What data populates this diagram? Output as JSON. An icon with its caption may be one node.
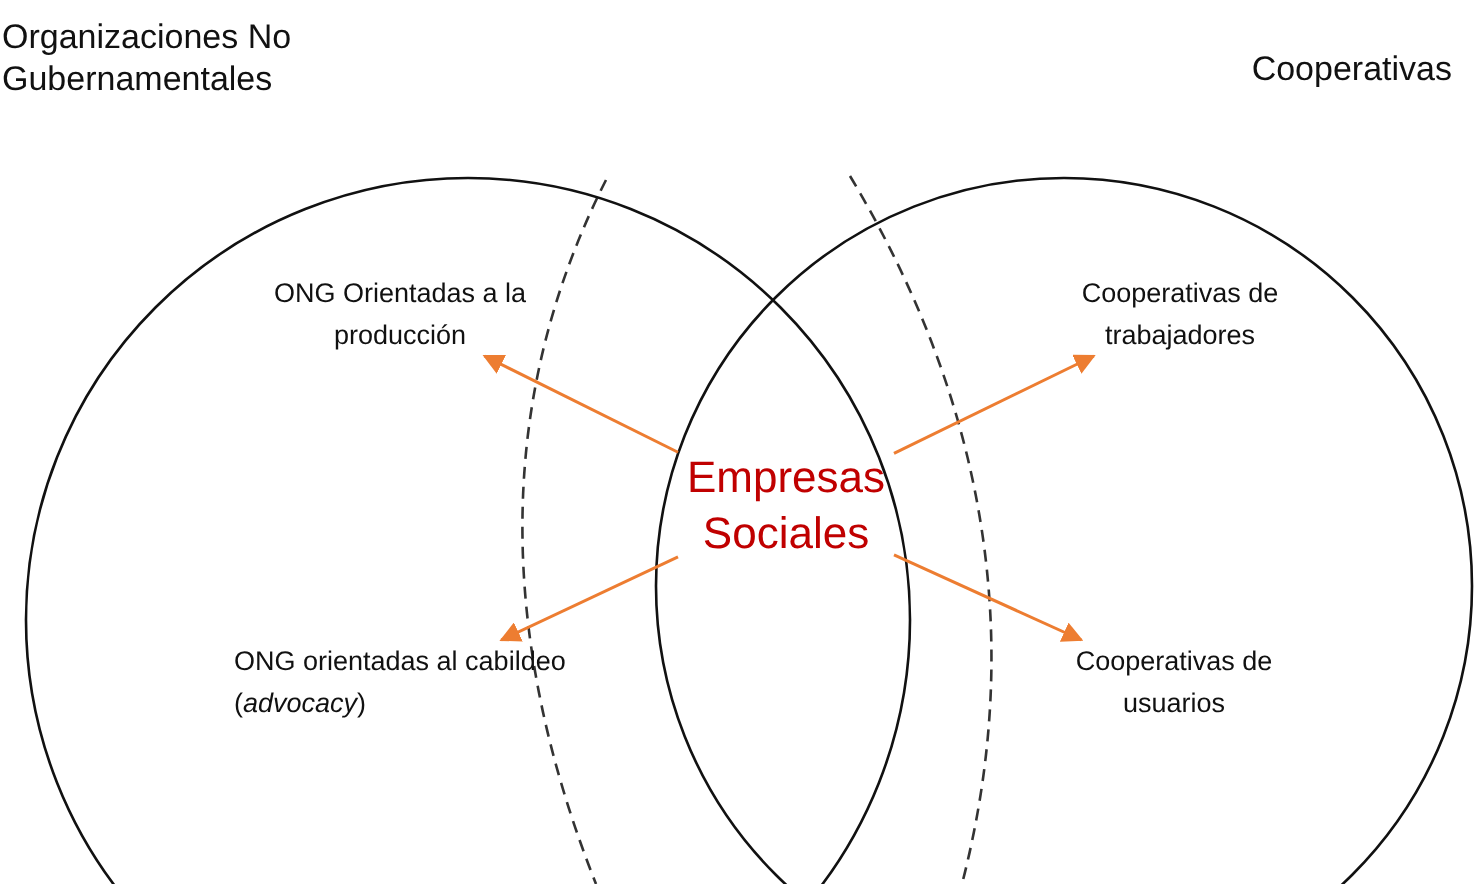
{
  "diagram": {
    "nodes": [
      {
        "text": [
          "Organizaciones No Gubernamentales"
        ]
      },
      {
        "text": [
          "Cooperativas"
        ]
      },
      {
        "text": [
          "Empresas Sociales"
        ]
      },
      {
        "text": [
          "ONG Orientadas a la producción"
        ],
        "in": 0
      },
      {
        "text": [
          "ONG orientadas al cabildeo (*advocacy*)"
        ],
        "in": 0
      },
      {
        "text": [
          "Cooperativas de trabajadores"
        ],
        "in": 1
      },
      {
        "text": [
          "Cooperativas de usuarios"
        ],
        "in": 1
      }
    ],
    "edges": [
      {
        "from": 2,
        "to": 3,
        "arrow": "to",
        "color": "#ed7d31"
      },
      {
        "from": 2,
        "to": 4,
        "arrow": "to",
        "color": "#ed7d31"
      },
      {
        "from": 2,
        "to": 5,
        "arrow": "to",
        "color": "#ed7d31"
      },
      {
        "from": 2,
        "to": 6,
        "arrow": "to",
        "color": "#ed7d31"
      }
    ]
  }
}
